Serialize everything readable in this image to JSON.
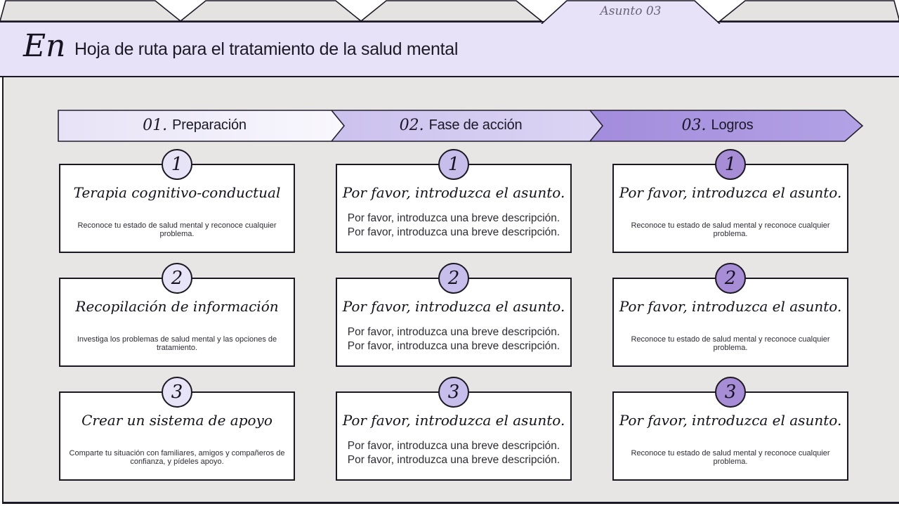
{
  "folder_tabs": {
    "active_label": "Asunto 03"
  },
  "header": {
    "logo": "En",
    "title": "Hoja de ruta para el tratamiento de la salud mental"
  },
  "phase_bar": [
    {
      "number": "01.",
      "label": "Preparación"
    },
    {
      "number": "02.",
      "label": "Fase de acción"
    },
    {
      "number": "03.",
      "label": "Logros"
    }
  ],
  "columns": [
    {
      "phase": "01. Preparación",
      "cards": [
        {
          "number": "1",
          "title": "Terapia cognitivo-conductual",
          "description": [
            "Reconoce tu estado de salud mental y reconoce cualquier problema."
          ]
        },
        {
          "number": "2",
          "title": "Recopilación de información",
          "description": [
            "Investiga los problemas de salud mental y las opciones de tratamiento."
          ]
        },
        {
          "number": "3",
          "title": "Crear un sistema de apoyo",
          "description": [
            "Comparte tu situación con familiares, amigos y compañeros de confianza, y pídeles apoyo."
          ]
        }
      ]
    },
    {
      "phase": "02. Fase de acción",
      "cards": [
        {
          "number": "1",
          "title": "Por favor, introduzca el asunto.",
          "description": [
            "Por favor, introduzca una breve descripción.",
            "Por favor, introduzca una breve descripción."
          ]
        },
        {
          "number": "2",
          "title": "Por favor, introduzca el asunto.",
          "description": [
            "Por favor, introduzca una breve descripción.",
            "Por favor, introduzca una breve descripción."
          ]
        },
        {
          "number": "3",
          "title": "Por favor, introduzca el asunto.",
          "description": [
            "Por favor, introduzca una breve descripción.",
            "Por favor, introduzca una breve descripción."
          ]
        }
      ]
    },
    {
      "phase": "03. Logros",
      "cards": [
        {
          "number": "1",
          "title": "Por favor, introduzca el asunto.",
          "description": [
            "Reconoce tu estado de salud mental y reconoce cualquier problema."
          ]
        },
        {
          "number": "2",
          "title": "Por favor, introduzca el asunto.",
          "description": [
            "Reconoce tu estado de salud mental y reconoce cualquier problema."
          ]
        },
        {
          "number": "3",
          "title": "Por favor, introduzca el asunto.",
          "description": [
            "Reconoce tu estado de salud mental y reconoce cualquier problema."
          ]
        }
      ]
    }
  ],
  "colors": {
    "phase1_fill": "#e9e5f8",
    "phase2_fill": "#cdc3ee",
    "phase3_fill": "#a48fdd",
    "badge_col1": "#e8e4f7",
    "badge_col2": "#c8beec",
    "badge_col3": "#a78dd6",
    "header_lavender": "#e7e2f8",
    "tab_gray": "#e4e3e1",
    "panel_gray": "#e8e6e4",
    "border_dark": "#1c1926"
  }
}
